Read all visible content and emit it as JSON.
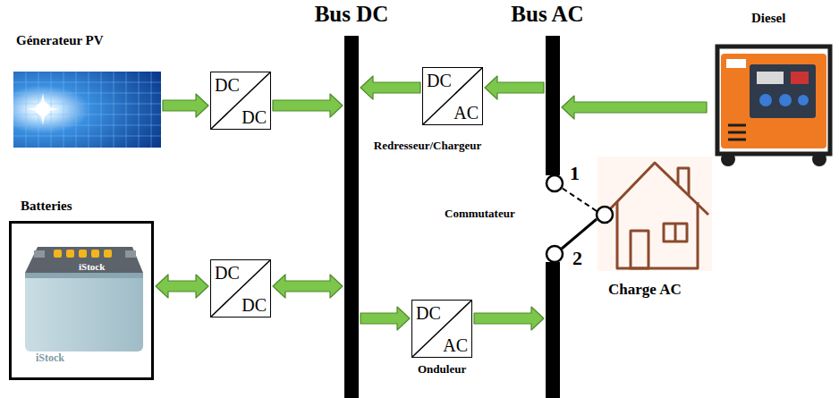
{
  "diagram": {
    "nodes": [
      {
        "text": [
          "Génerateur PV"
        ]
      },
      {
        "text": [
          "DC",
          "DC"
        ]
      },
      {
        "text": [
          "Bus DC"
        ]
      },
      {
        "text": [
          "DC",
          "AC",
          "Redresseur/Chargeur"
        ]
      },
      {
        "text": [
          "Bus AC"
        ]
      },
      {
        "text": [
          "Diesel"
        ]
      },
      {
        "text": [
          "Batteries"
        ]
      },
      {
        "text": [
          "DC",
          "DC"
        ]
      },
      {
        "text": [
          "DC",
          "AC",
          "Onduleur"
        ]
      },
      {
        "text": [
          "Charge AC"
        ]
      }
    ],
    "edges": [
      {
        "from": 0,
        "to": 1,
        "arrow": "to"
      },
      {
        "from": 1,
        "to": 2,
        "arrow": "to"
      },
      {
        "from": 3,
        "to": 2,
        "arrow": "to"
      },
      {
        "from": 4,
        "to": 3,
        "arrow": "to"
      },
      {
        "from": 5,
        "to": 4,
        "arrow": "to"
      },
      {
        "from": 6,
        "to": 7,
        "arrow": "both"
      },
      {
        "from": 7,
        "to": 2,
        "arrow": "both"
      },
      {
        "from": 2,
        "to": 8,
        "arrow": "to"
      },
      {
        "from": 8,
        "to": 4,
        "arrow": "to"
      }
    ],
    "labels": [
      "1",
      "2",
      "Commutateur",
      "iStock",
      "iStock"
    ]
  }
}
